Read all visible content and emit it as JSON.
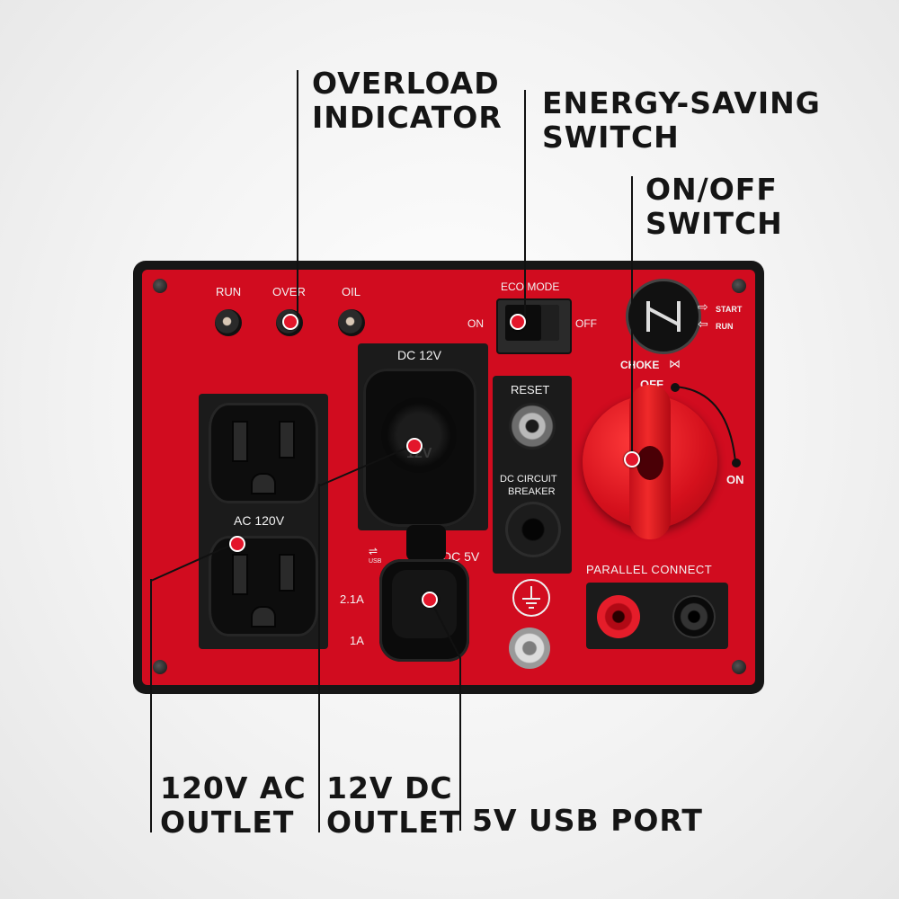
{
  "callouts": {
    "overload": [
      "OVERLOAD",
      "INDICATOR"
    ],
    "energy_saving": [
      "ENERGY-SAVING",
      "SWITCH"
    ],
    "on_off": [
      "ON/OFF",
      "SWITCH"
    ],
    "ac_outlet": [
      "120V AC",
      "OUTLET"
    ],
    "dc_outlet": [
      "12V DC",
      "OUTLET"
    ],
    "usb_port": "5V USB PORT"
  },
  "panel": {
    "indicators": [
      "RUN",
      "OVER",
      "OIL"
    ],
    "eco": {
      "title": "ECO MODE",
      "on": "ON",
      "off": "OFF"
    },
    "dc12": {
      "label": "DC 12V",
      "cap": "12V"
    },
    "ac_label": "AC 120V",
    "usb": {
      "icon_text": "USB",
      "label": "DC 5V",
      "amp_high": "2.1A",
      "amp_low": "1A"
    },
    "reset": "RESET",
    "breaker": [
      "DC CIRCUIT",
      "BREAKER"
    ],
    "choke": {
      "label": "CHOKE",
      "start": "START",
      "run": "RUN"
    },
    "knob": {
      "off": "OFF",
      "on": "ON"
    },
    "parallel": "PARALLEL CONNECT"
  },
  "colors": {
    "panel_red": "#d10c1f",
    "panel_black": "#161616",
    "callout_text": "#151515",
    "marker_red": "#e3162b"
  }
}
